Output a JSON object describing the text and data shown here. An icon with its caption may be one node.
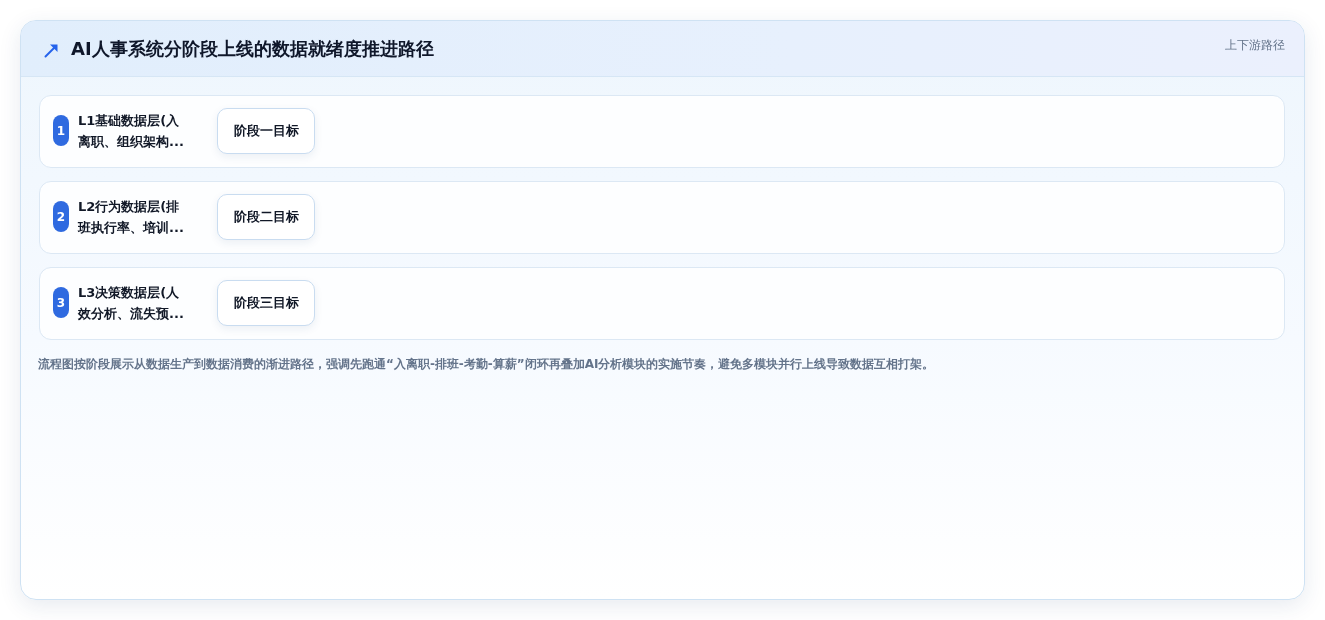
{
  "diagram": {
    "title": "AI人事系统分阶段上线的数据就绪度推进路径",
    "nodes": [
      {
        "text": [
          "L1基础数据层(入离职、组织架构..."
        ]
      },
      {
        "text": [
          "1"
        ],
        "in": 0
      },
      {
        "text": [
          "阶段一目标"
        ],
        "in": 0
      },
      {
        "text": [
          "L2行为数据层(排班执行率、培训..."
        ]
      },
      {
        "text": [
          "2"
        ],
        "in": 3
      },
      {
        "text": [
          "阶段二目标"
        ],
        "in": 3
      },
      {
        "text": [
          "L3决策数据层(人效分析、流失预..."
        ]
      },
      {
        "text": [
          "3"
        ],
        "in": 6
      },
      {
        "text": [
          "阶段三目标"
        ],
        "in": 6
      }
    ],
    "labels": [
      "上下游路径"
    ],
    "caption": "流程图按阶段展示从数据生产到数据消费的渐进路径，强调先跑通“入离职-排班-考勤-算薪”闭环再叠加AI分析模块的实施节奏，避免多模块并行上线导致数据互相打架。"
  }
}
